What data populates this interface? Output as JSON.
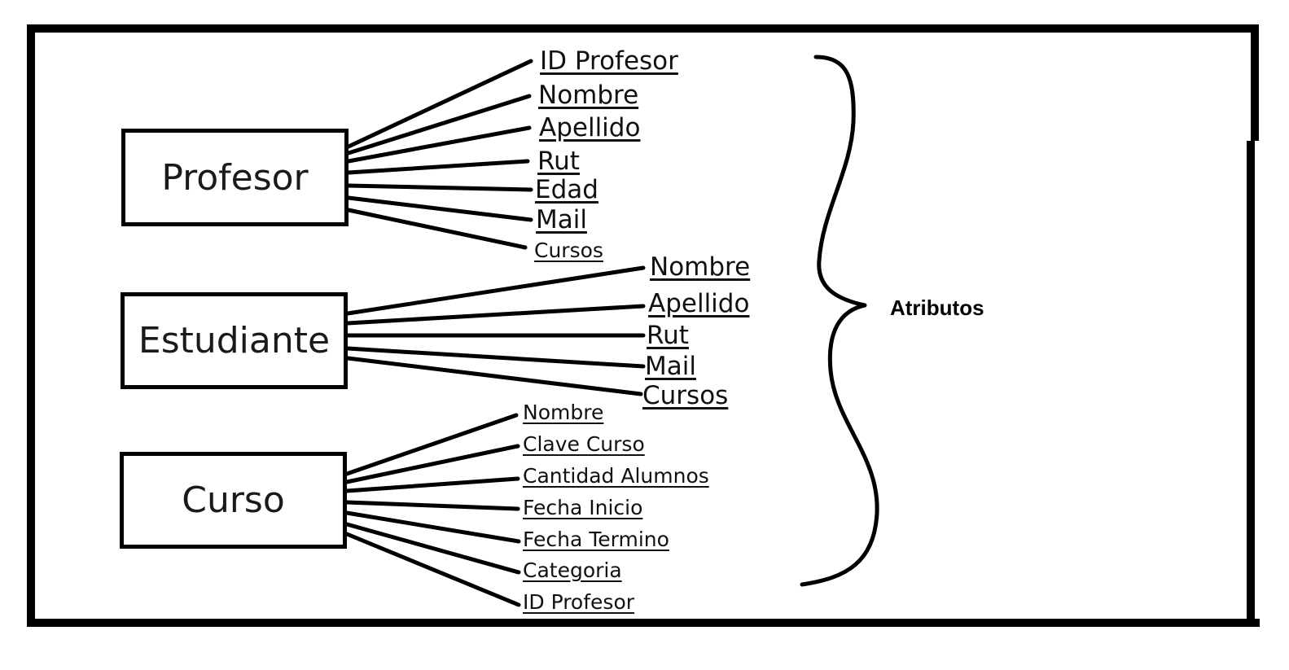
{
  "entities": [
    {
      "name": "Profesor",
      "attributes": [
        "ID Profesor",
        "Nombre",
        "Apellido",
        "Rut",
        "Edad",
        "Mail",
        "Cursos"
      ]
    },
    {
      "name": "Estudiante",
      "attributes": [
        "Nombre",
        "Apellido",
        "Rut",
        "Mail",
        "Cursos"
      ]
    },
    {
      "name": "Curso",
      "attributes": [
        "Nombre",
        "Clave Curso",
        "Cantidad Alumnos",
        "Fecha Inicio",
        "Fecha Termino",
        "Categoria",
        "ID Profesor"
      ]
    }
  ],
  "brace_label": "Atributos"
}
